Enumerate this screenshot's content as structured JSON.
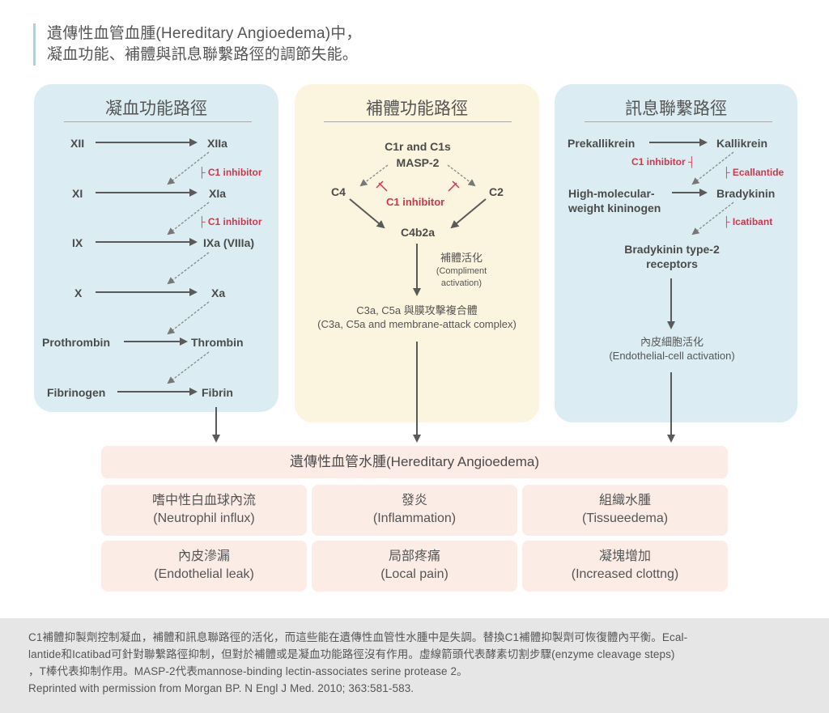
{
  "title": {
    "line1": "遺傳性血管血腫(Hereditary Angioedema)中，",
    "line2": "凝血功能、補體與訊息聯繫路徑的調節失能。"
  },
  "colors": {
    "panel_blue": "#dbedf2",
    "panel_yellow": "#fbf4de",
    "outcome_bg": "#fbece6",
    "inhibitor_red": "#d0374a",
    "arrow_gray": "#5a5a5a",
    "footer_bg": "#e6e6e6"
  },
  "coagulation": {
    "title": "凝血功能路徑",
    "rows": [
      {
        "from": "XII",
        "to": "XIIa"
      },
      {
        "from": "XI",
        "to": "XIa"
      },
      {
        "from": "IX",
        "to": "IXa (VIIIa)"
      },
      {
        "from": "X",
        "to": "Xa"
      },
      {
        "from": "Prothrombin",
        "to": "Thrombin"
      },
      {
        "from": "Fibrinogen",
        "to": "Fibrin"
      }
    ],
    "inhibitors": [
      "C1 inhibitor",
      "C1 inhibitor"
    ]
  },
  "complement": {
    "title": "補體功能路徑",
    "source_line1": "C1r and C1s",
    "source_line2": "MASP-2",
    "left": "C4",
    "right": "C2",
    "inhibitor": "C1 inhibitor",
    "product": "C4b2a",
    "activation_zh": "補體活化",
    "activation_en1": "(Compliment",
    "activation_en2": "activation)",
    "result_zh": "C3a, C5a 與膜攻擊複合體",
    "result_en": "(C3a, C5a and membrane-attack complex)"
  },
  "contact": {
    "title": "訊息聯繫路徑",
    "prekallikrein": "Prekallikrein",
    "kallikrein": "Kallikrein",
    "c1_inhibitor": "C1 inhibitor",
    "ecallantide": "Ecallantide",
    "hmwk_line1": "High-molecular-",
    "hmwk_line2": "weight kininogen",
    "bradykinin": "Bradykinin",
    "icatibant": "Icatibant",
    "receptor_line1": "Bradykinin type-2",
    "receptor_line2": "receptors",
    "endo_zh": "內皮細胞活化",
    "endo_en": "(Endothelial-cell activation)"
  },
  "outcome": {
    "title": "遺傳性血管水腫(Hereditary Angioedema)",
    "cells": [
      {
        "zh": "嗜中性白血球內流",
        "en": "(Neutrophil influx)"
      },
      {
        "zh": "發炎",
        "en": "(Inflammation)"
      },
      {
        "zh": "組織水腫",
        "en": "(Tissueedema)"
      },
      {
        "zh": "內皮滲漏",
        "en": "(Endothelial leak)"
      },
      {
        "zh": "局部疼痛",
        "en": "(Local pain)"
      },
      {
        "zh": "凝塊增加",
        "en": "(Increased clottng)"
      }
    ]
  },
  "footer": {
    "line1": "C1補體抑製劑控制凝血，補體和訊息聯路徑的活化，而這些能在遺傳性血管性水腫中是失調。替換C1補體抑製劑可恢復體內平衡。Ecal-",
    "line2": "lantide和Icatibad可針對聯繫路徑抑制，但對於補體或是凝血功能路徑沒有作用。虛線箭頭代表酵素切割步驟(enzyme  cleavage  steps)",
    "line3": "，T棒代表抑制作用。MASP-2代表mannose-binding lectin-associates serine protease 2。",
    "line4": "Reprinted with permission from Morgan BP. N Engl J Med. 2010; 363:581-583."
  }
}
